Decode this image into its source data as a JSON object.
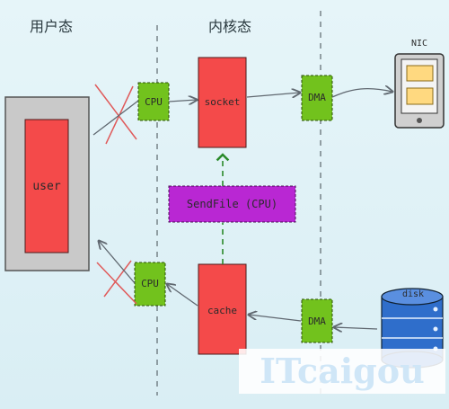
{
  "zones": {
    "user_space": "用户态",
    "kernel_space": "内核态"
  },
  "nodes": {
    "user": "user",
    "cpu_top": "CPU",
    "socket": "socket",
    "dma_top": "DMA",
    "nic": "NIC",
    "sendfile": "SendFile (CPU)",
    "cpu_bottom": "CPU",
    "cache": "cache",
    "dma_bottom": "DMA",
    "disk": "disk"
  },
  "watermark": "ITcaigou",
  "colors": {
    "background": "#dff1f6",
    "red_block": "#f44a4a",
    "green_block": "#72c21d",
    "purple_block": "#b927d3",
    "gray_frame": "#c8c8c8",
    "disk_blue": "#2f6ecb",
    "nic_yellow": "#ffd980",
    "cross_red": "#e05a5a",
    "arrow_gray": "#606870",
    "dash_green": "#2a8a2a"
  }
}
